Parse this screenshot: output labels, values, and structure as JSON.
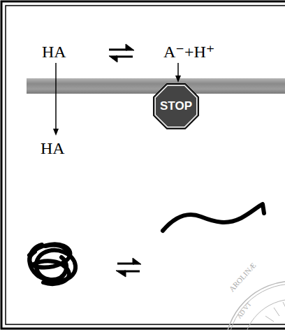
{
  "diagram": {
    "nodes": [
      {
        "text": [
          "STOP"
        ]
      }
    ],
    "labels": [
      "HA",
      "A⁻+H⁺",
      "HA",
      "AROLINÆ",
      "AD VT"
    ]
  }
}
